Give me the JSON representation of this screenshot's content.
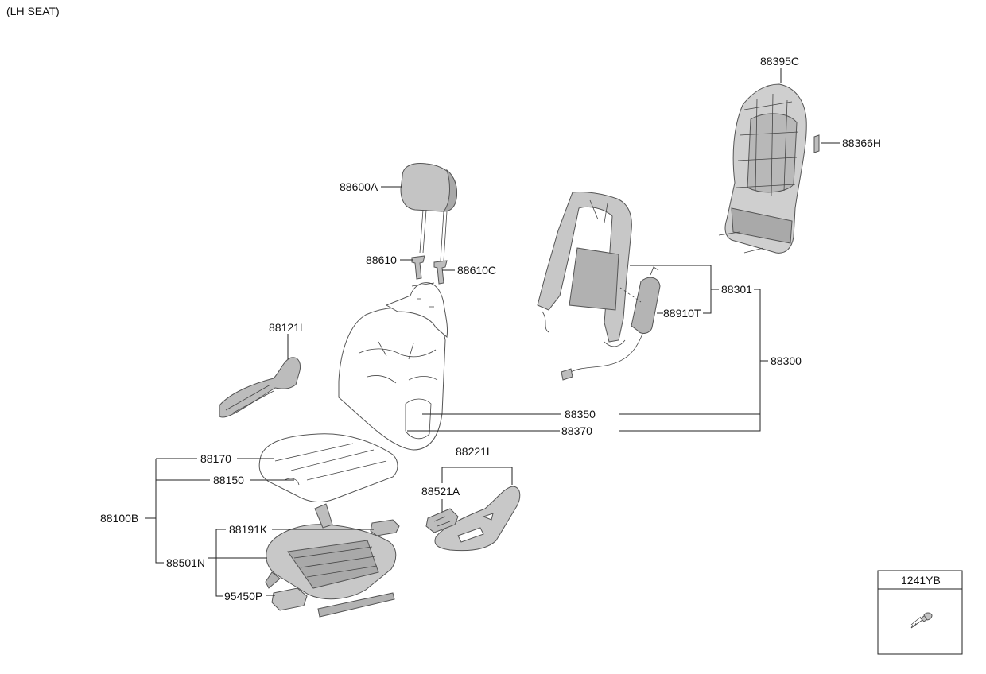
{
  "header": {
    "title": "(LH SEAT)"
  },
  "labels": {
    "p88395C": "88395C",
    "p88366H": "88366H",
    "p88600A": "88600A",
    "p88610": "88610",
    "p88610C": "88610C",
    "p88301": "88301",
    "p88910T": "88910T",
    "p88300": "88300",
    "p88121L": "88121L",
    "p88350": "88350",
    "p88370": "88370",
    "p88170": "88170",
    "p88150": "88150",
    "p88221L": "88221L",
    "p88521A": "88521A",
    "p88100B": "88100B",
    "p88191K": "88191K",
    "p88501N": "88501N",
    "p95450P": "95450P"
  },
  "inset": {
    "title": "1241YB"
  },
  "colors": {
    "part_fill": "#c9c9c9",
    "part_dark": "#9a9a9a",
    "line": "#222222"
  }
}
